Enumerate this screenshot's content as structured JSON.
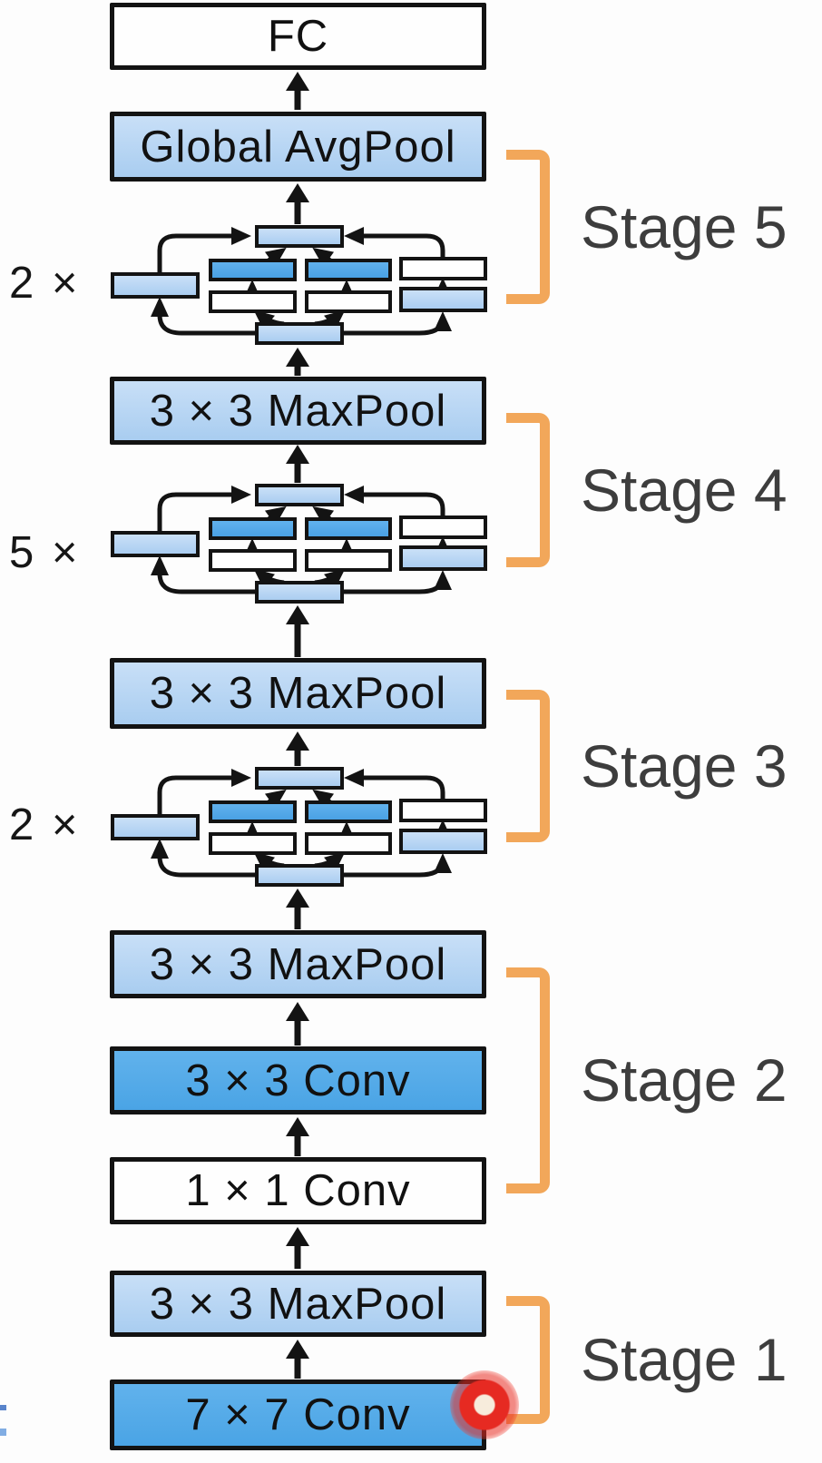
{
  "colors": {
    "light_blue_box": "#b9d7f3",
    "dark_blue_box": "#56ace8",
    "white_box": "#fefefe",
    "box_border": "#131313",
    "arrow_black": "#131313",
    "bracket_orange": "#f2a75a",
    "stage_label_gray": "#3d3d3d",
    "multiplier_black": "#161616",
    "click_indicator_red": "#e62a22",
    "background": "#fdfdfd"
  },
  "stack": [
    {
      "label": "FC",
      "kind": "white"
    },
    {
      "label": "Global AvgPool",
      "kind": "light"
    },
    {
      "label": "3 × 3 MaxPool",
      "kind": "light"
    },
    {
      "label": "3 × 3 MaxPool",
      "kind": "light"
    },
    {
      "label": "3 × 3 MaxPool",
      "kind": "light"
    },
    {
      "label": "3 × 3 Conv",
      "kind": "dark"
    },
    {
      "label": "1 × 1 Conv",
      "kind": "white"
    },
    {
      "label": "3 × 3 MaxPool",
      "kind": "light"
    },
    {
      "label": "7 × 7 Conv",
      "kind": "dark"
    }
  ],
  "inception_clusters": [
    {
      "multiplier": "2 ×"
    },
    {
      "multiplier": "5 ×"
    },
    {
      "multiplier": "2 ×"
    }
  ],
  "stages": [
    {
      "label": "Stage 5"
    },
    {
      "label": "Stage 4"
    },
    {
      "label": "Stage 3"
    },
    {
      "label": "Stage 2"
    },
    {
      "label": "Stage 1"
    }
  ]
}
